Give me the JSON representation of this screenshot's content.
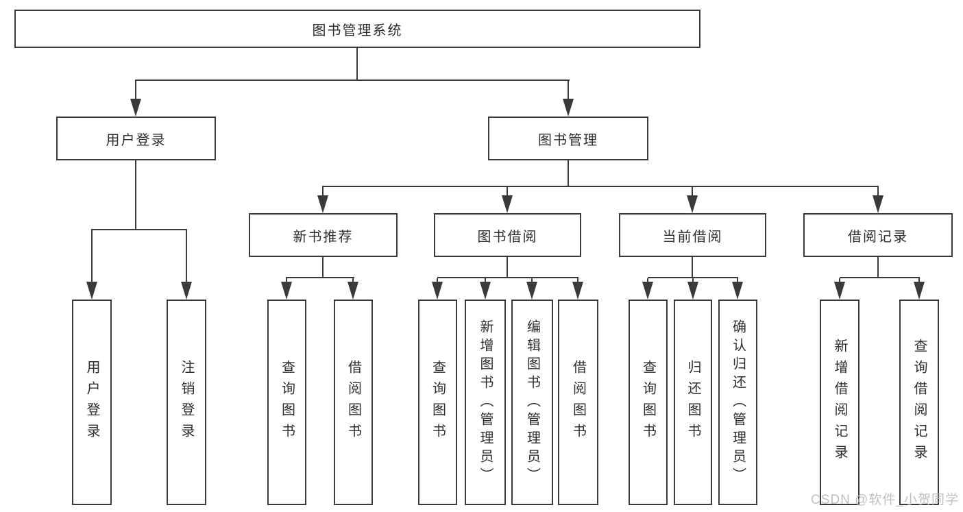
{
  "colors": {
    "line": "#3a3a3a",
    "text": "#2e2e2e",
    "background": "#ffffff",
    "watermark": "#b9b9b9"
  },
  "diagram": {
    "type": "function-structure-tree",
    "root": {
      "label": "图书管理系统"
    },
    "level2": [
      {
        "label": "用户登录"
      },
      {
        "label": "图书管理"
      }
    ],
    "level3": [
      {
        "label": "新书推荐",
        "parent": "图书管理"
      },
      {
        "label": "图书借阅",
        "parent": "图书管理"
      },
      {
        "label": "当前借阅",
        "parent": "图书管理"
      },
      {
        "label": "借阅记录",
        "parent": "图书管理"
      }
    ],
    "leaves": [
      {
        "label": "用户登录",
        "parent": "用户登录"
      },
      {
        "label": "注销登录",
        "parent": "用户登录"
      },
      {
        "label": "查询图书",
        "parent": "新书推荐"
      },
      {
        "label": "借阅图书",
        "parent": "新书推荐"
      },
      {
        "label": "查询图书",
        "parent": "图书借阅"
      },
      {
        "label": "新增图书（管理员）",
        "parent": "图书借阅"
      },
      {
        "label": "编辑图书（管理员）",
        "parent": "图书借阅"
      },
      {
        "label": "借阅图书",
        "parent": "图书借阅"
      },
      {
        "label": "查询图书",
        "parent": "当前借阅"
      },
      {
        "label": "归还图书",
        "parent": "当前借阅"
      },
      {
        "label": "确认归还（管理员）",
        "parent": "当前借阅"
      },
      {
        "label": "新增借阅记录",
        "parent": "借阅记录"
      },
      {
        "label": "查询借阅记录",
        "parent": "借阅记录"
      }
    ]
  },
  "watermark": {
    "text": "CSDN @软件_小贺同学"
  }
}
